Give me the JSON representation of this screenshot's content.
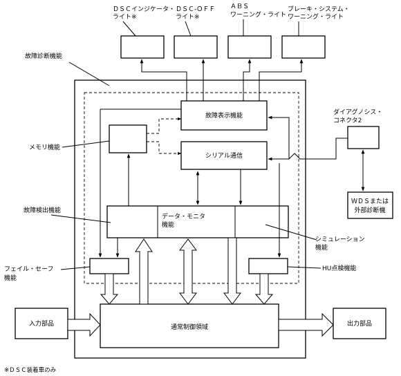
{
  "lamps": {
    "dsc_indicator": {
      "line1": "ＤＳＣインジケータ・",
      "line2": "ライト※"
    },
    "dsc_off": {
      "line1": "ＤＳＣ-ＯＦＦ",
      "line2": "ライト※"
    },
    "abs_warning": {
      "line1": "ＡＢＳ",
      "line2": "ワーニング・ライト"
    },
    "brake_warning": {
      "line1": "ブレーキ・システム・",
      "line2": "ワーニング・ライト"
    }
  },
  "labels": {
    "fault_diagnosis": "故障診断機能",
    "memory": "メモリ機能",
    "fault_detection": "故障検出機能",
    "failsafe": {
      "line1": "フェイル・セーフ",
      "line2": "機能"
    },
    "diag_connector": {
      "line1": "ダイアグノシス・",
      "line2": "コネクタ2"
    },
    "simulation": {
      "line1": "シミュレーション",
      "line2": "機能"
    },
    "hu_check": "HU点検機能"
  },
  "blocks": {
    "fault_display": "故障表示機能",
    "serial_comm": "シリアル通信",
    "data_monitor": {
      "line1": "データ・モニタ",
      "line2": "機能"
    },
    "normal_control": "通常制御領域",
    "input_parts": "入力部品",
    "output_parts": "出力部品",
    "wds": {
      "line1": "ＷＤＳまたは",
      "line2": "外部診断機"
    }
  },
  "footnote": "※ＤＳＣ装着車のみ"
}
